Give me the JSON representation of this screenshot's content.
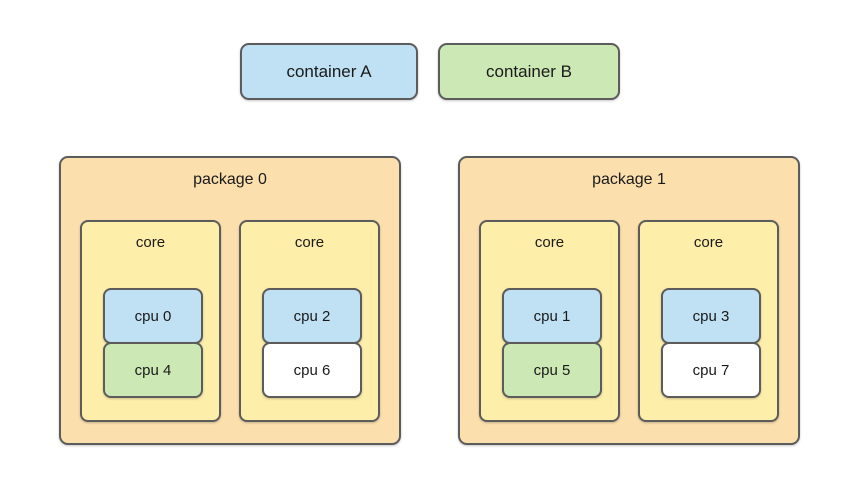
{
  "legend": {
    "items": [
      {
        "label": "container A",
        "color": "#bfe1f3",
        "name": "container-a"
      },
      {
        "label": "container B",
        "color": "#cce8b5",
        "name": "container-b"
      }
    ]
  },
  "packages": [
    {
      "label": "package 0",
      "cores": [
        {
          "label": "core",
          "cpus": [
            {
              "label": "cpu 0",
              "fill": "blue",
              "color": "#bfe1f3"
            },
            {
              "label": "cpu 4",
              "fill": "green",
              "color": "#cce8b5"
            }
          ]
        },
        {
          "label": "core",
          "cpus": [
            {
              "label": "cpu 2",
              "fill": "blue",
              "color": "#bfe1f3"
            },
            {
              "label": "cpu 6",
              "fill": "white",
              "color": "#ffffff"
            }
          ]
        }
      ]
    },
    {
      "label": "package 1",
      "cores": [
        {
          "label": "core",
          "cpus": [
            {
              "label": "cpu 1",
              "fill": "blue",
              "color": "#bfe1f3"
            },
            {
              "label": "cpu 5",
              "fill": "green",
              "color": "#cce8b5"
            }
          ]
        },
        {
          "label": "core",
          "cpus": [
            {
              "label": "cpu 3",
              "fill": "blue",
              "color": "#bfe1f3"
            },
            {
              "label": "cpu 7",
              "fill": "white",
              "color": "#ffffff"
            }
          ]
        }
      ]
    }
  ],
  "palette": {
    "border": "#5c5c5c",
    "package_fill": "#fbdfad",
    "core_fill": "#fdeeaa",
    "background": "#ffffff"
  }
}
